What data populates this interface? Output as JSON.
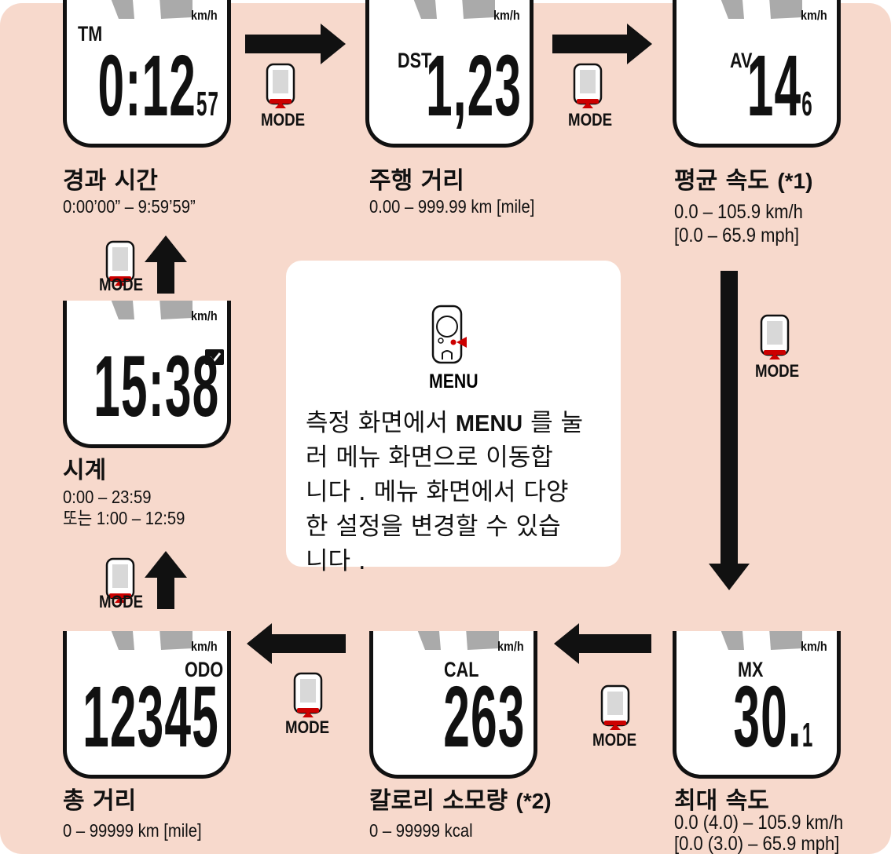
{
  "unit_label": "km/h",
  "button_label": "MODE",
  "screens": {
    "elapsed": {
      "mode": "TM",
      "digits": "0:12",
      "sub": "57",
      "title": "경과 시간",
      "ref": "",
      "range": [
        "0:00’00” – 9:59’59”"
      ]
    },
    "distance": {
      "mode": "DST",
      "digits": "1",
      "sub": "23",
      "title": "주행 거리",
      "ref": "",
      "range": [
        "0.00 – 999.99 km [mile]"
      ]
    },
    "average": {
      "mode": "AV",
      "digits": "14",
      "sub": "6",
      "title": "평균 속도",
      "ref": "(*1)",
      "range": [
        "0.0 – 105.9 km/h",
        "[0.0 – 65.9 mph]"
      ]
    },
    "clock": {
      "mode": "",
      "digits": "15:38",
      "sub": "",
      "title": "시계",
      "ref": "",
      "range": [
        "0:00 – 23:59",
        "또는 1:00 – 12:59"
      ]
    },
    "odometer": {
      "mode": "ODO",
      "digits": "12345",
      "sub": "",
      "title": "총 거리",
      "ref": "",
      "range": [
        "0 – 99999 km [mile]"
      ]
    },
    "calories": {
      "mode": "CAL",
      "digits": "263",
      "sub": "",
      "title": "칼로리 소모량",
      "ref": "(*2)",
      "range": [
        "0 – 99999 kcal"
      ]
    },
    "maximum": {
      "mode": "MX",
      "digits": "30.",
      "sub": "1",
      "title": "최대 속도",
      "ref": "",
      "range": [
        "0.0 (4.0) – 105.9 km/h",
        "[0.0 (3.0) – 65.9 mph]"
      ]
    }
  },
  "menu": {
    "button_label": "MENU",
    "text_before": "측정 화면에서 ",
    "text_key": "MENU",
    "text_after": " 를 눌\n러 메뉴 화면으로 이동합\n니다 . 메뉴 화면에서 다양\n한 설정을 변경할 수 있습\n니다 ."
  },
  "colors": {
    "background": "#f7d9cc",
    "button_red": "#cc0000",
    "arrow": "#111111"
  }
}
